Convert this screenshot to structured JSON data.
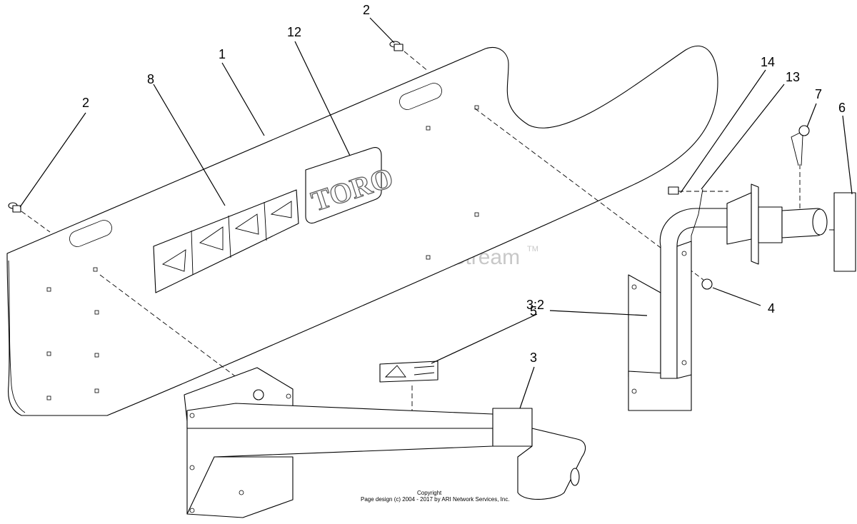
{
  "watermark": {
    "text": "ARI PartStream",
    "tm": "TM"
  },
  "logo": {
    "text": "TORO"
  },
  "copyright": {
    "line1": "Copyright",
    "line2": "Page design (c) 2004 - 2017 by ARI Network Services, Inc."
  },
  "callouts": {
    "c1": "1",
    "c2a": "2",
    "c2b": "2",
    "c3": "3",
    "c3_2": "3:2",
    "c4": "4",
    "c5": "5",
    "c6": "6",
    "c7": "7",
    "c8": "8",
    "c12": "12",
    "c13": "13",
    "c14": "14"
  }
}
